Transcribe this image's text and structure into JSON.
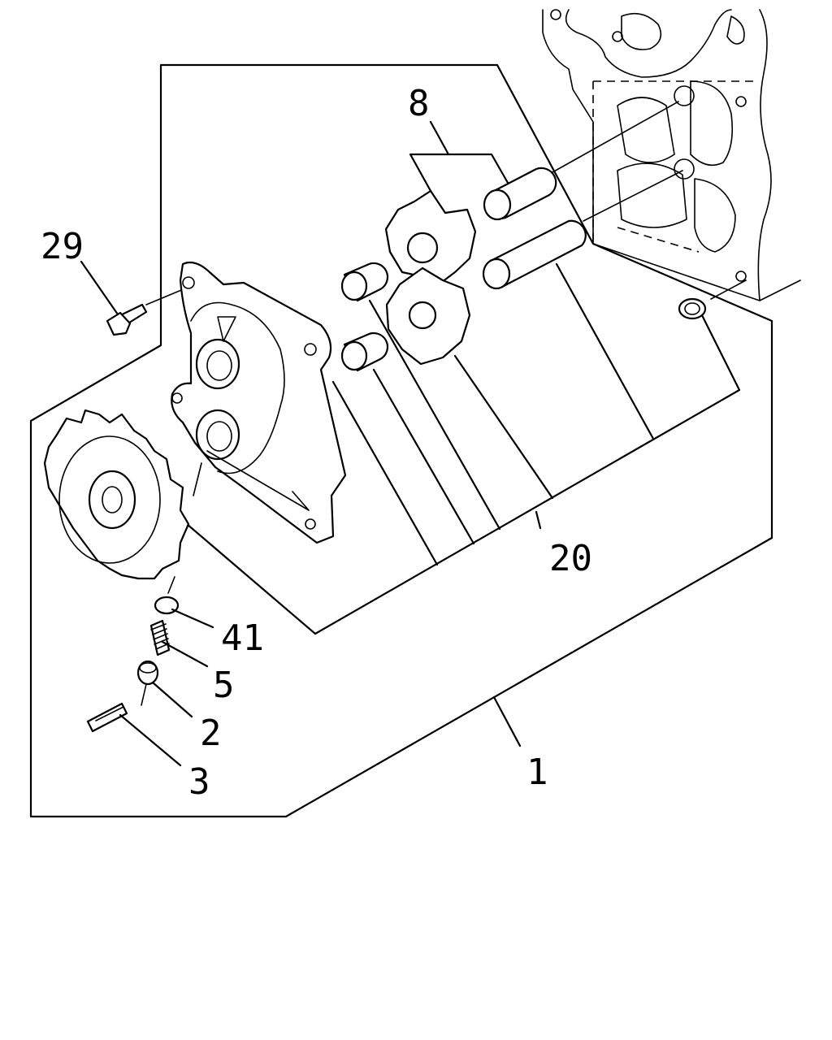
{
  "callouts": {
    "c1": "1",
    "c2": "2",
    "c3": "3",
    "c5": "5",
    "c8": "8",
    "c20": "20",
    "c29": "29",
    "c41": "41"
  },
  "colors": {
    "ink": "#000000",
    "paper": "#ffffff"
  }
}
